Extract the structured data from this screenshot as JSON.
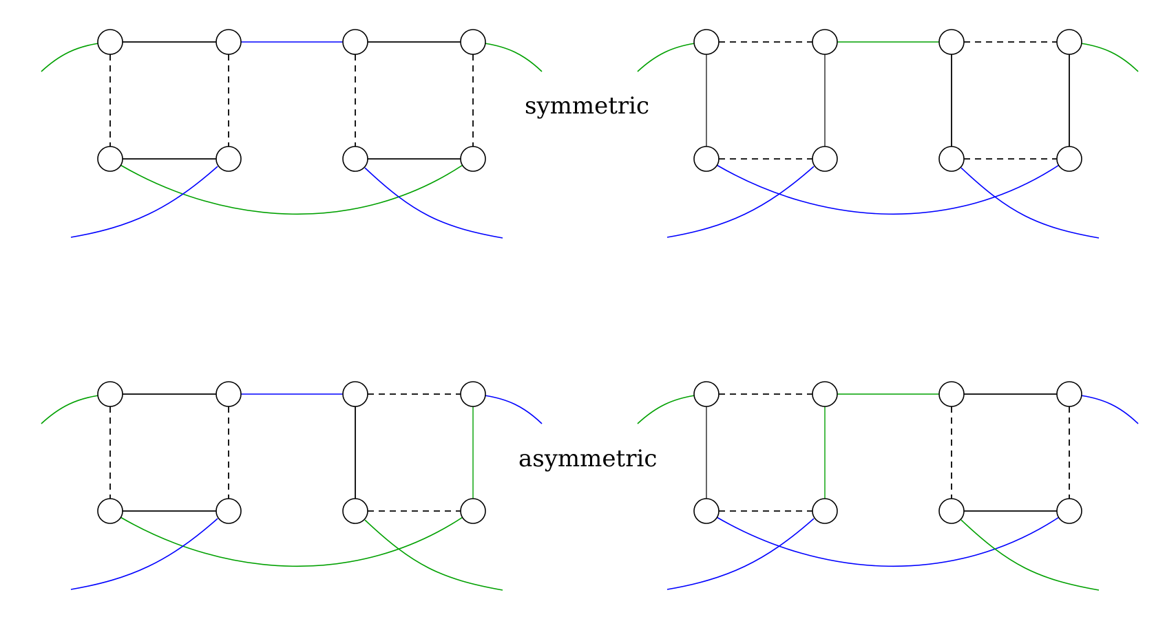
{
  "labels": {
    "top": "symmetric",
    "bottom": "asymmetric"
  },
  "colors": {
    "black": "#000000",
    "green": "#00a000",
    "blue": "#0000ff"
  },
  "panels": [
    {
      "id": "top-left",
      "top_edges": [
        "solid",
        "blue",
        "solid"
      ],
      "vertical_edges": [
        "dashed",
        "dashed",
        "dashed",
        "dashed"
      ],
      "bottom_edges": [
        "solid",
        "none",
        "solid"
      ],
      "left_tail": "green",
      "right_tail": "green",
      "long_arc": "green",
      "cross_left": "blue",
      "cross_right": "blue"
    },
    {
      "id": "top-right",
      "top_edges": [
        "dashed",
        "green",
        "dashed"
      ],
      "vertical_edges": [
        "solid-thin",
        "solid-thin",
        "solid",
        "solid"
      ],
      "bottom_edges": [
        "dashed",
        "none",
        "dashed"
      ],
      "left_tail": "green",
      "right_tail": "green",
      "long_arc": "blue",
      "cross_left": "blue",
      "cross_right": "blue"
    },
    {
      "id": "bottom-left",
      "top_edges": [
        "solid",
        "blue",
        "dashed"
      ],
      "vertical_edges": [
        "dashed",
        "dashed",
        "solid",
        "green"
      ],
      "bottom_edges": [
        "solid",
        "none",
        "dashed"
      ],
      "left_tail": "green",
      "right_tail": "blue",
      "long_arc": "green",
      "cross_left": "blue",
      "cross_right": "green"
    },
    {
      "id": "bottom-right",
      "top_edges": [
        "dashed",
        "green",
        "solid"
      ],
      "vertical_edges": [
        "solid-thin",
        "green",
        "dashed",
        "dashed"
      ],
      "bottom_edges": [
        "dashed",
        "none",
        "solid"
      ],
      "left_tail": "green",
      "right_tail": "blue",
      "long_arc": "blue",
      "cross_left": "blue",
      "cross_right": "green"
    }
  ]
}
